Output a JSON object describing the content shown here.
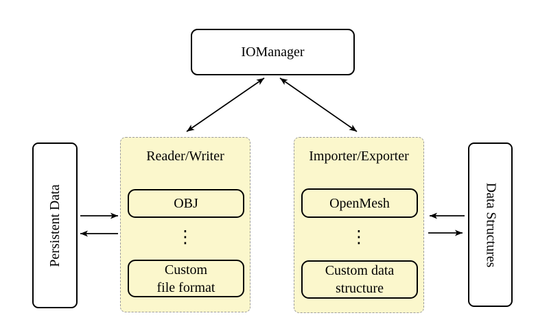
{
  "diagram": {
    "io_manager": {
      "label": "IOManager"
    },
    "reader_writer_group": {
      "title": "Reader/Writer",
      "items": {
        "top": "OBJ",
        "ellipsis": "⋮",
        "bottom_line1": "Custom",
        "bottom_line2": "file format"
      }
    },
    "importer_exporter_group": {
      "title": "Importer/Exporter",
      "items": {
        "top": "OpenMesh",
        "ellipsis": "⋮",
        "bottom_line1": "Custom data",
        "bottom_line2": "structure"
      }
    },
    "left_box": {
      "label": "Persistent Data"
    },
    "right_box": {
      "label": "Data Structures"
    },
    "edges": [
      {
        "from": "IOManager",
        "to": "Reader/Writer",
        "direction": "bidirectional"
      },
      {
        "from": "IOManager",
        "to": "Importer/Exporter",
        "direction": "bidirectional"
      },
      {
        "from": "Persistent Data",
        "to": "Reader/Writer",
        "direction": "forward"
      },
      {
        "from": "Reader/Writer",
        "to": "Persistent Data",
        "direction": "forward"
      },
      {
        "from": "Data Structures",
        "to": "Importer/Exporter",
        "direction": "forward"
      },
      {
        "from": "Importer/Exporter",
        "to": "Data Structures",
        "direction": "forward"
      }
    ],
    "colors": {
      "group_fill": "#fbf7cc",
      "group_border": "#9b9b9b",
      "node_border": "#000000",
      "node_fill": "#ffffff",
      "arrow": "#000000",
      "background": "#ffffff"
    }
  }
}
